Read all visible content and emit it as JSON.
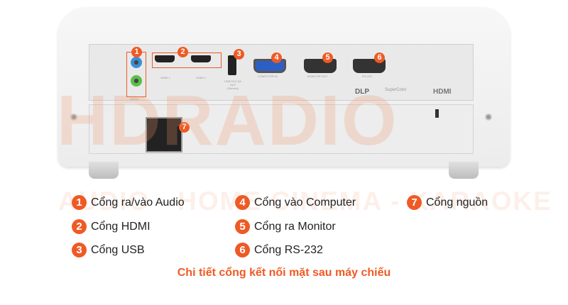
{
  "watermark": {
    "brand": "HDRADIO",
    "tagline": "AUDIO - HOME CINEMA - KARAOKE"
  },
  "ports": {
    "audio": "AUDIO",
    "hdmi1": "HDMI 1",
    "hdmi2": "HDMI 2",
    "usb": "USB 5V/1.5A OUT (Service)",
    "computer_in": "COMPUTER IN",
    "monitor_out": "MONITOR OUT",
    "rs232": "RS-232",
    "logo_dlp": "DLP",
    "logo_color": "SuperColor",
    "logo_hdmi": "HDMI"
  },
  "badges": [
    "1",
    "2",
    "3",
    "4",
    "5",
    "6",
    "7"
  ],
  "legend": [
    {
      "num": "1",
      "label": "Cổng ra/vào Audio"
    },
    {
      "num": "2",
      "label": "Cổng HDMI"
    },
    {
      "num": "3",
      "label": "Cổng USB"
    },
    {
      "num": "4",
      "label": "Cổng vào Computer"
    },
    {
      "num": "5",
      "label": "Cổng ra Monitor"
    },
    {
      "num": "6",
      "label": "Cổng RS-232"
    },
    {
      "num": "7",
      "label": "Cổng nguồn"
    }
  ],
  "caption": "Chi tiết cổng kết nối mặt sau máy chiếu",
  "colors": {
    "accent": "#ef5a24",
    "audio_in": "#3a8fd8",
    "audio_out": "#5bbf4a",
    "vga": "#2c5fc4"
  }
}
